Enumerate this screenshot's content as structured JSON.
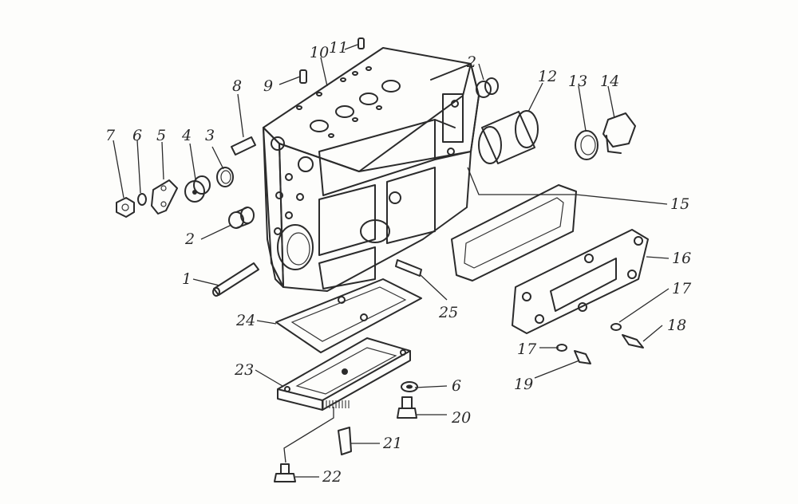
{
  "callouts": {
    "c1": "1",
    "c2a": "2",
    "c2b": "2",
    "c3": "3",
    "c4": "4",
    "c5": "5",
    "c6a": "6",
    "c6b": "6",
    "c7": "7",
    "c8": "8",
    "c9": "9",
    "c10": "10",
    "c11": "11",
    "c12": "12",
    "c13": "13",
    "c14": "14",
    "c15": "15",
    "c16": "16",
    "c17a": "17",
    "c17b": "17",
    "c18": "18",
    "c19": "19",
    "c20": "20",
    "c21": "21",
    "c22": "22",
    "c23": "23",
    "c24": "24",
    "c25": "25"
  }
}
